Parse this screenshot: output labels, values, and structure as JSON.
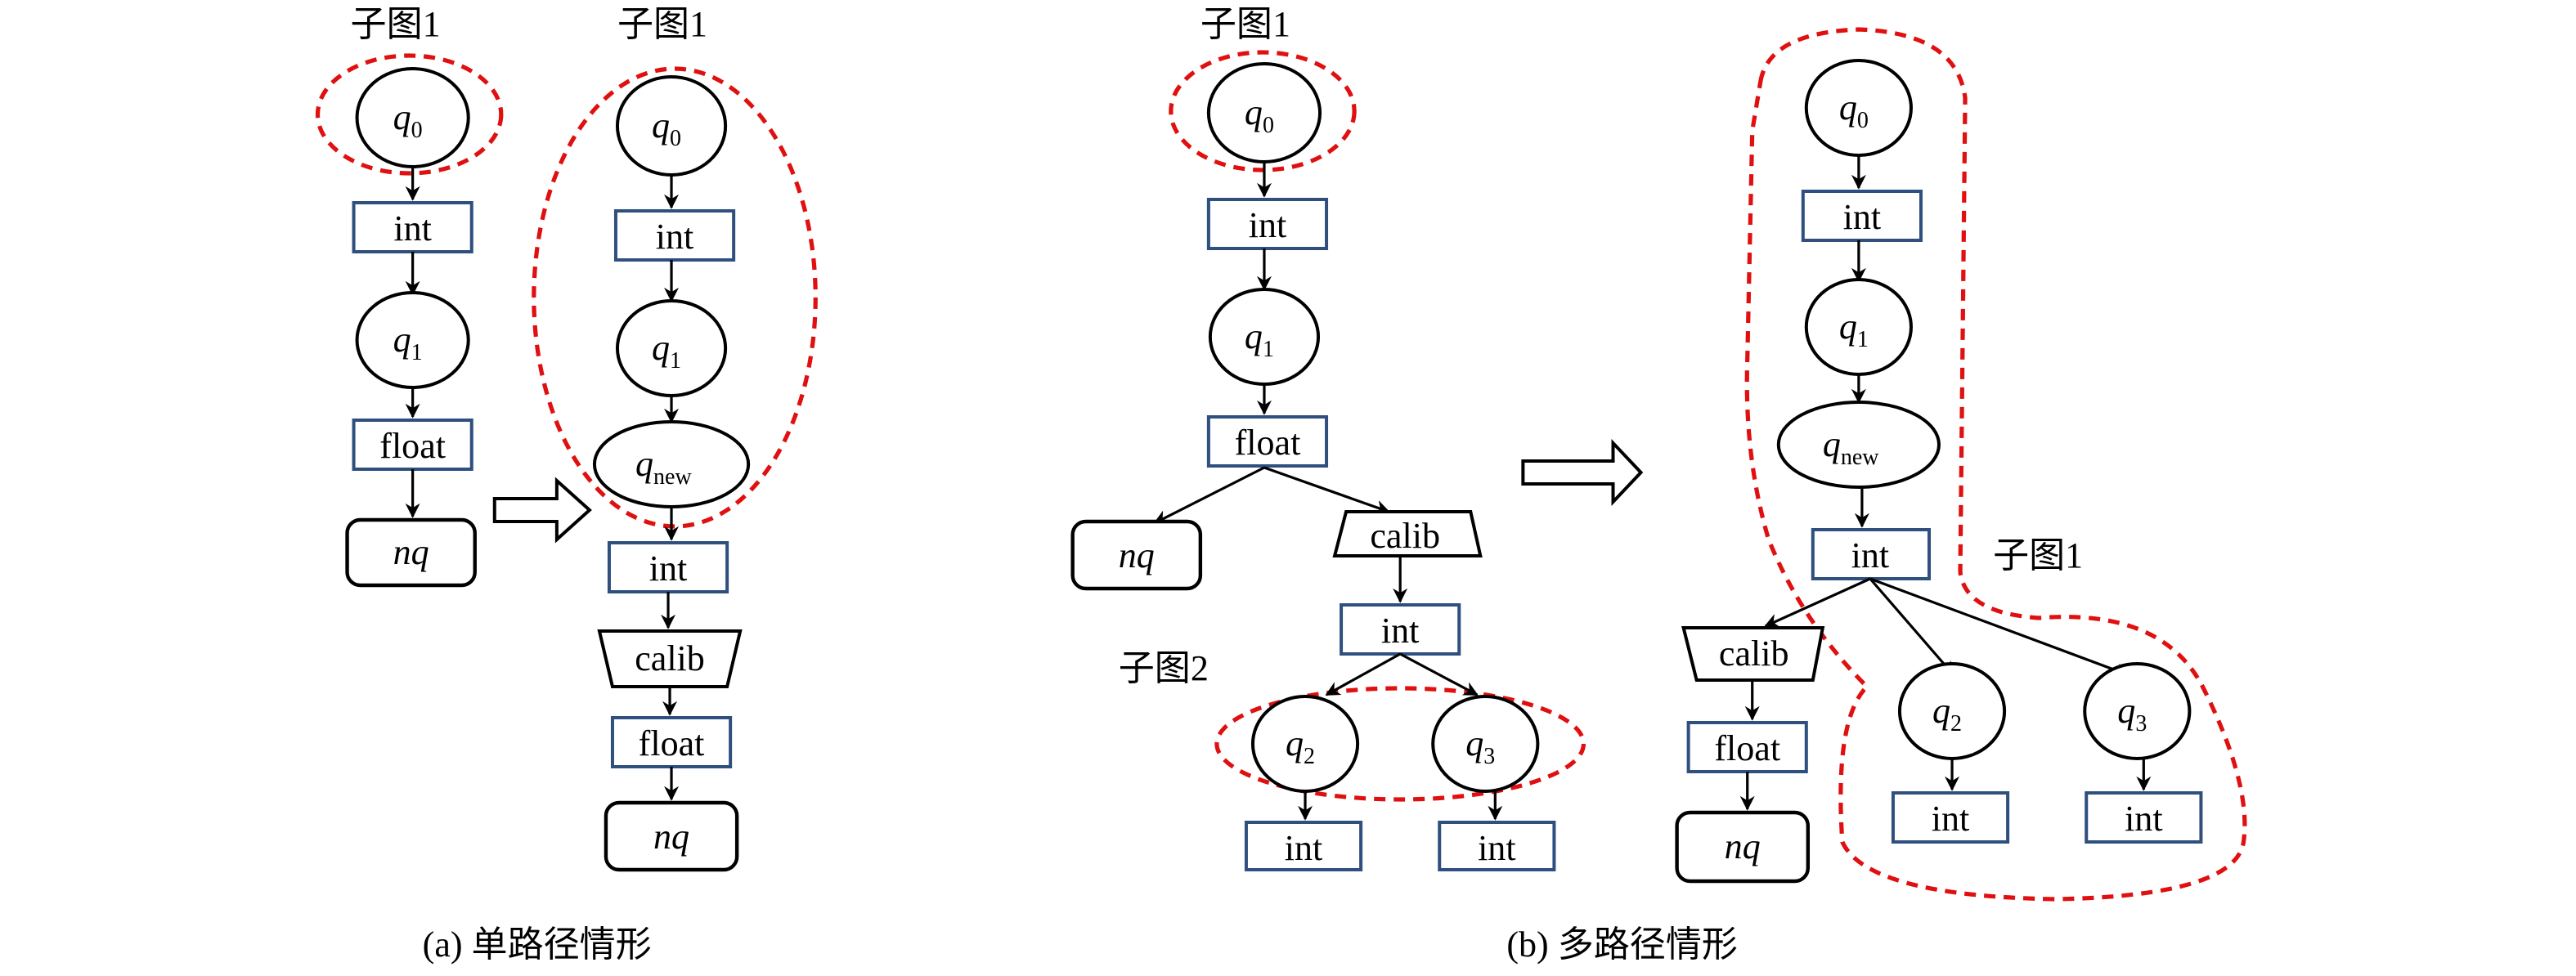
{
  "colors": {
    "group_outline": "#e01010",
    "box_border": "#2f4f7f",
    "node_border": "#000000"
  },
  "panel_a": {
    "caption": "(a)  单路径情形",
    "before": {
      "group_label": "子图1",
      "nodes": [
        {
          "id": "q0",
          "kind": "state",
          "main": "q",
          "sub": "0"
        },
        {
          "id": "int",
          "kind": "cast",
          "label": "int"
        },
        {
          "id": "q1",
          "kind": "state",
          "main": "q",
          "sub": "1"
        },
        {
          "id": "float",
          "kind": "cast",
          "label": "float"
        },
        {
          "id": "nq",
          "kind": "terminal",
          "label": "nq"
        }
      ]
    },
    "after": {
      "group_label": "子图1",
      "nodes": [
        {
          "id": "q0",
          "kind": "state",
          "main": "q",
          "sub": "0"
        },
        {
          "id": "int1",
          "kind": "cast",
          "label": "int"
        },
        {
          "id": "q1",
          "kind": "state",
          "main": "q",
          "sub": "1"
        },
        {
          "id": "qnew",
          "kind": "state",
          "main": "q",
          "sub": "new"
        },
        {
          "id": "int2",
          "kind": "cast",
          "label": "int"
        },
        {
          "id": "calib",
          "kind": "calib",
          "label": "calib"
        },
        {
          "id": "float",
          "kind": "cast",
          "label": "float"
        },
        {
          "id": "nq",
          "kind": "terminal",
          "label": "nq"
        }
      ]
    }
  },
  "panel_b": {
    "caption": "(b)  多路径情形",
    "before": {
      "group1_label": "子图1",
      "group2_label": "子图2",
      "nodes": [
        {
          "id": "q0",
          "kind": "state",
          "main": "q",
          "sub": "0"
        },
        {
          "id": "int1",
          "kind": "cast",
          "label": "int"
        },
        {
          "id": "q1",
          "kind": "state",
          "main": "q",
          "sub": "1"
        },
        {
          "id": "float",
          "kind": "cast",
          "label": "float"
        },
        {
          "id": "nq",
          "kind": "terminal",
          "label": "nq"
        },
        {
          "id": "calib",
          "kind": "calib",
          "label": "calib"
        },
        {
          "id": "int2",
          "kind": "cast",
          "label": "int"
        },
        {
          "id": "q2",
          "kind": "state",
          "main": "q",
          "sub": "2"
        },
        {
          "id": "q3",
          "kind": "state",
          "main": "q",
          "sub": "3"
        },
        {
          "id": "int3",
          "kind": "cast",
          "label": "int"
        },
        {
          "id": "int4",
          "kind": "cast",
          "label": "int"
        }
      ]
    },
    "after": {
      "group_label": "子图1",
      "nodes": [
        {
          "id": "q0",
          "kind": "state",
          "main": "q",
          "sub": "0"
        },
        {
          "id": "int1",
          "kind": "cast",
          "label": "int"
        },
        {
          "id": "q1",
          "kind": "state",
          "main": "q",
          "sub": "1"
        },
        {
          "id": "qnew",
          "kind": "state",
          "main": "q",
          "sub": "new"
        },
        {
          "id": "int2",
          "kind": "cast",
          "label": "int"
        },
        {
          "id": "calib",
          "kind": "calib",
          "label": "calib"
        },
        {
          "id": "float",
          "kind": "cast",
          "label": "float"
        },
        {
          "id": "nq",
          "kind": "terminal",
          "label": "nq"
        },
        {
          "id": "q2",
          "kind": "state",
          "main": "q",
          "sub": "2"
        },
        {
          "id": "q3",
          "kind": "state",
          "main": "q",
          "sub": "3"
        },
        {
          "id": "int3",
          "kind": "cast",
          "label": "int"
        },
        {
          "id": "int4",
          "kind": "cast",
          "label": "int"
        }
      ]
    }
  },
  "transform_arrow_icon": "hollow-right-arrow"
}
